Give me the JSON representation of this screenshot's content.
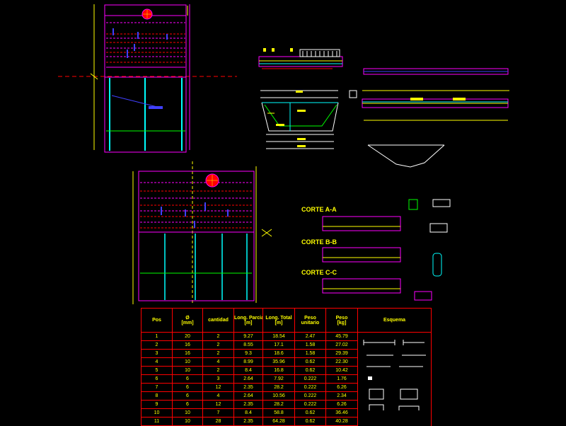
{
  "colors": {
    "background": "#000000",
    "frame": "#ff00ff",
    "rebar": "#00ffff",
    "dimension": "#ffff00",
    "red": "#ff0000",
    "green": "#00ff00",
    "white": "#ffffff",
    "blue": "#4040ff"
  },
  "sections": {
    "aa": "CORTE A-A",
    "bb": "CORTE B-B",
    "cc": "CORTE C-C"
  },
  "schedule": {
    "headers": [
      {
        "line1": "Pos",
        "line2": ""
      },
      {
        "line1": "Ø",
        "line2": "[mm]"
      },
      {
        "line1": "cantidad",
        "line2": ""
      },
      {
        "line1": "Long. Parcial",
        "line2": "[m]"
      },
      {
        "line1": "Long. Total",
        "line2": "[m]"
      },
      {
        "line1": "Peso",
        "line2": "unitario"
      },
      {
        "line1": "Peso",
        "line2": "[kg]"
      },
      {
        "line1": "Esquema",
        "line2": ""
      }
    ],
    "rows": [
      [
        "1",
        "20",
        "2",
        "9.27",
        "18.54",
        "2.47",
        "45.79"
      ],
      [
        "2",
        "16",
        "2",
        "8.55",
        "17.1",
        "1.58",
        "27.02"
      ],
      [
        "3",
        "16",
        "2",
        "9.3",
        "18.6",
        "1.58",
        "29.39"
      ],
      [
        "4",
        "10",
        "4",
        "8.99",
        "35.96",
        "0.62",
        "22.30"
      ],
      [
        "5",
        "10",
        "2",
        "8.4",
        "16.8",
        "0.62",
        "10.42"
      ],
      [
        "6",
        "6",
        "3",
        "2.64",
        "7.92",
        "0.222",
        "1.76"
      ],
      [
        "7",
        "6",
        "12",
        "2.35",
        "28.2",
        "0.222",
        "6.26"
      ],
      [
        "8",
        "6",
        "4",
        "2.64",
        "10.56",
        "0.222",
        "2.34"
      ],
      [
        "9",
        "6",
        "12",
        "2.35",
        "28.2",
        "0.222",
        "6.26"
      ],
      [
        "10",
        "10",
        "7",
        "8.4",
        "58.8",
        "0.62",
        "36.46"
      ],
      [
        "11",
        "10",
        "28",
        "2.35",
        "64.28",
        "0.62",
        "40.28"
      ]
    ]
  }
}
